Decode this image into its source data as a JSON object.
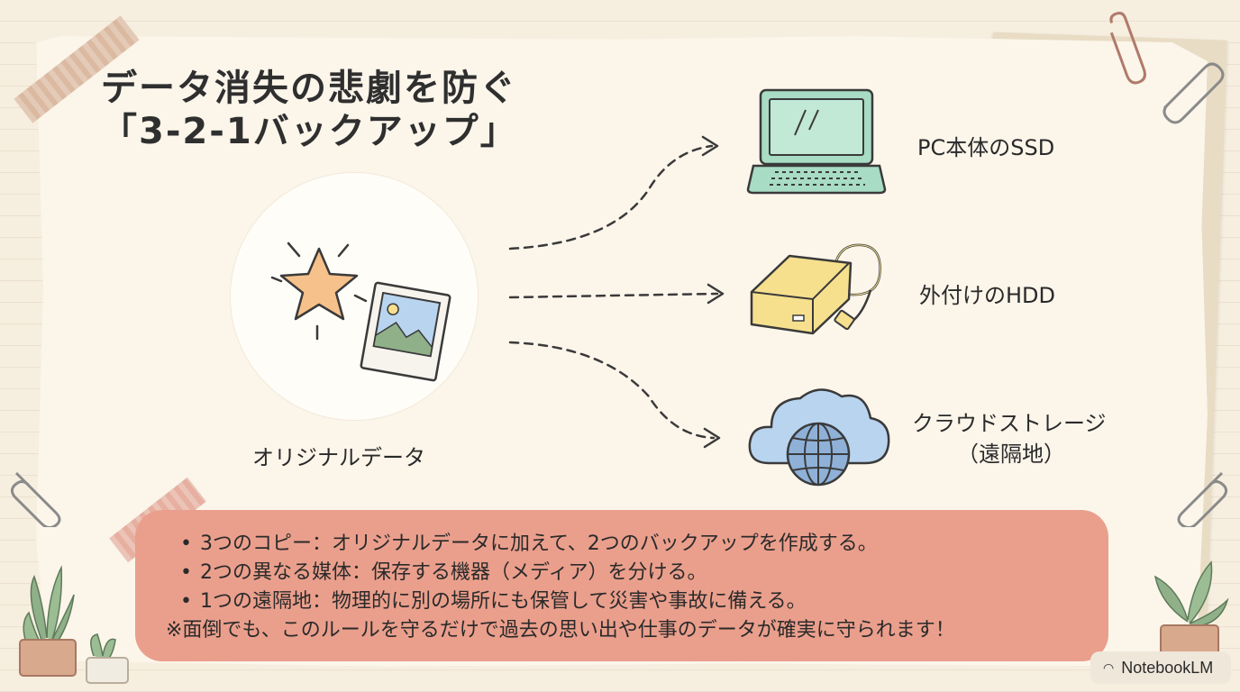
{
  "title": {
    "line1": "データ消失の悲劇を防ぐ",
    "line2": "「3-2-1バックアップ」"
  },
  "source": {
    "label": "オリジナルデータ",
    "icons": [
      "star-icon",
      "photo-icon"
    ]
  },
  "destinations": [
    {
      "label": "PC本体のSSD",
      "icon": "laptop-icon"
    },
    {
      "label": "外付けのHDD",
      "icon": "external-hdd-icon"
    },
    {
      "label_line1": "クラウドストレージ",
      "label_line2": "（遠隔地）",
      "icon": "cloud-globe-icon"
    }
  ],
  "note": {
    "items": [
      "3つのコピー：オリジナルデータに加えて、2つのバックアップを作成する。",
      "2つの異なる媒体：保存する機器（メディア）を分ける。",
      "1つの遠隔地：物理的に別の場所にも保管して災害や事故に備える。"
    ],
    "remark": "※面倒でも、このルールを守るだけで過去の思い出や仕事のデータが確実に守られます！"
  },
  "badge": {
    "label": "NotebookLM"
  },
  "colors": {
    "background": "#f6eedf",
    "paper": "#fbf5ea",
    "note": "#ea9f8c",
    "laptop": "#a8dcc4",
    "hdd": "#f6e08e",
    "cloud": "#b8d4ef",
    "star": "#f6c18a"
  }
}
